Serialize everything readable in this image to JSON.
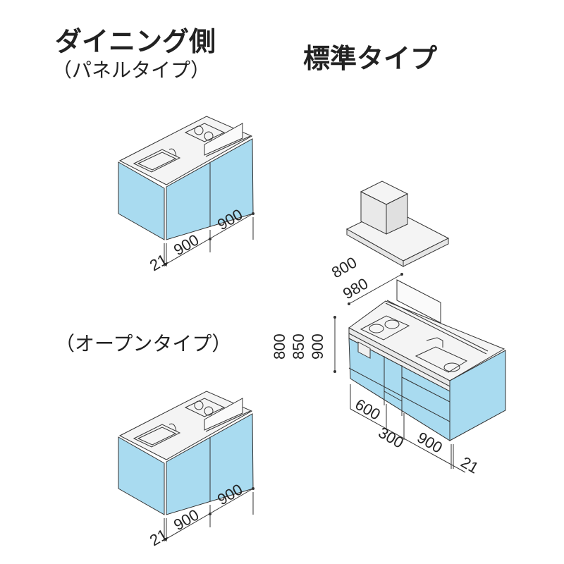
{
  "titles": {
    "dining_side": "ダイニング側",
    "panel_type": "（パネルタイプ）",
    "standard_type": "標準タイプ",
    "open_type": "（オープンタイプ）"
  },
  "colors": {
    "panel": "#a9dbf0",
    "counter": "#f4f4f4",
    "line": "#333333"
  },
  "panel_cabinet": {
    "side": "21",
    "width_1": "900",
    "width_2": "900"
  },
  "open_cabinet": {
    "side": "21",
    "width_1": "900",
    "width_2": "900"
  },
  "standard_cabinet": {
    "depth": "800",
    "depth_alt": "980",
    "height_1": "800",
    "height_2": "850",
    "height_3": "900",
    "width_1": "600",
    "width_2": "300",
    "width_3": "900",
    "side": "21"
  }
}
